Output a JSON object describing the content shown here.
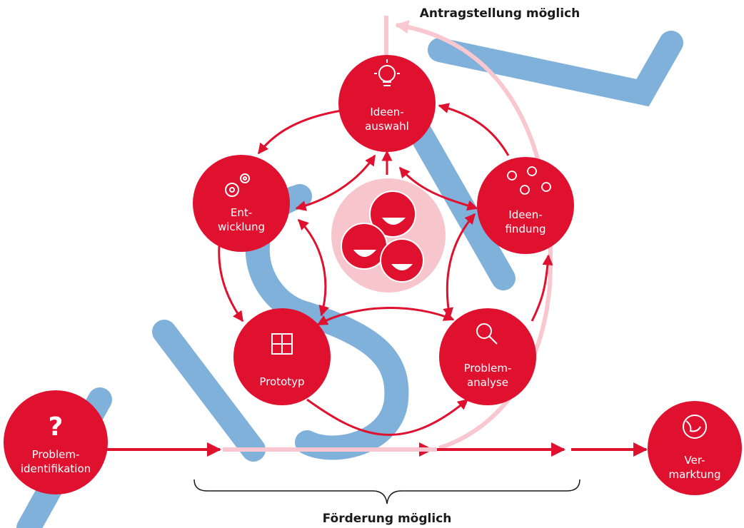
{
  "colors": {
    "primary": "#e0102f",
    "light": "#f9c7cf",
    "center": "#f6c6cc",
    "watermark": "#7fb1db"
  },
  "captions": {
    "top": "Antragstellung möglich",
    "bottom": "Förderung möglich"
  },
  "nodes": {
    "ideenauswahl": {
      "line1": "Ideen-",
      "line2": "auswahl",
      "icon": "lightbulb-icon"
    },
    "entwicklung": {
      "line1": "Ent-",
      "line2": "wicklung",
      "icon": "gears-icon"
    },
    "ideenfindung": {
      "line1": "Ideen-",
      "line2": "findung",
      "icon": "lightbulbs-icon"
    },
    "prototyp": {
      "line1": "Prototyp",
      "icon": "puzzle-icon"
    },
    "problemanalyse": {
      "line1": "Problem-",
      "line2": "analyse",
      "icon": "magnifier-icon"
    },
    "problemidentifikation": {
      "line1": "Problem-",
      "line2": "identifikation",
      "icon": "question-mark-icon"
    },
    "vermarktung": {
      "line1": "Ver-",
      "line2": "marktung",
      "icon": "globe-icon"
    },
    "team": {
      "icon": "team-faces-icon"
    }
  }
}
